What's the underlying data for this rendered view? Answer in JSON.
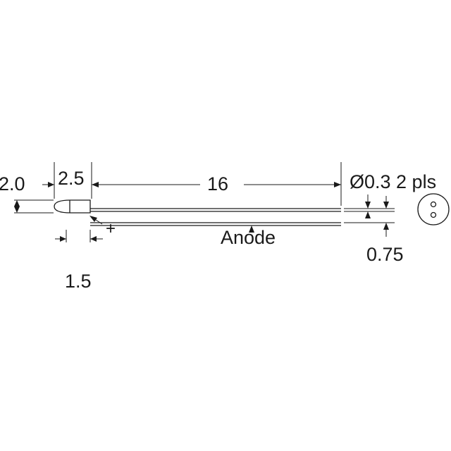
{
  "diagram": {
    "dimensions": {
      "body_height": "2.0",
      "lens_length": "2.5",
      "lead_length": "16",
      "lead_diameter": "Ø0.3 2 pls",
      "lead_spacing": "0.75",
      "flange_length": "1.5"
    },
    "labels": {
      "anode": "Anode",
      "plus": "+"
    }
  }
}
